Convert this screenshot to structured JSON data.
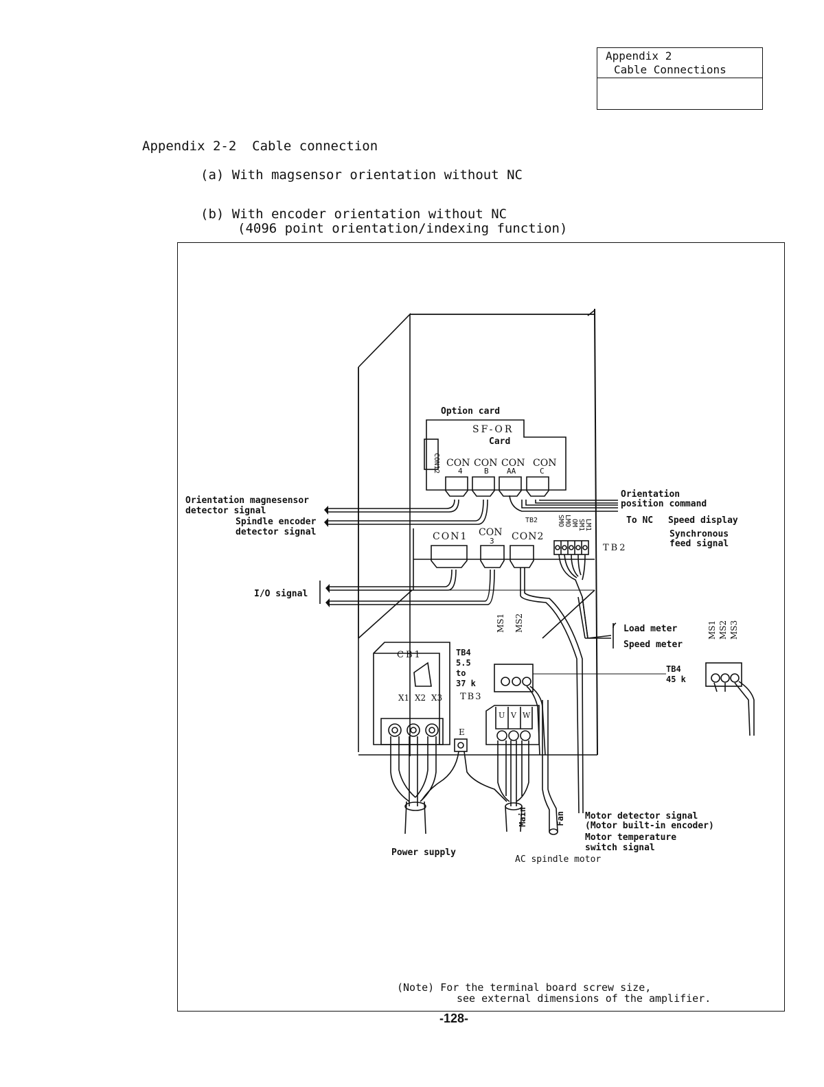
{
  "header": {
    "line1": "Appendix 2",
    "line2": "Cable Connections"
  },
  "section_title": "Appendix 2-2  Cable connection",
  "items": {
    "a": "(a) With magsensor orientation without NC",
    "b_line1": "(b) With encoder orientation without NC",
    "b_line2": "(4096 point orientation/indexing function)"
  },
  "diagram": {
    "option_card": "Option card",
    "card_name": "SF-OR",
    "card_word": "Card",
    "con12": "CON12",
    "con_labels": [
      "CON",
      "CON",
      "CON",
      "CON"
    ],
    "con_sub": [
      "4",
      "B",
      "AA",
      "C"
    ],
    "con1": "CON1",
    "con3_top": "CON",
    "con3_sub": "3",
    "con2": "CON2",
    "tb2_small": "TB2",
    "tb2": "TB2",
    "tb2_terminals": [
      "SMO",
      "LMO",
      "OM",
      "SM1",
      "LM1"
    ],
    "left_labels": {
      "orientation_mag_1": "Orientation magnesensor",
      "orientation_mag_2": "detector signal",
      "spindle_enc_1": "Spindle encoder",
      "spindle_enc_2": "detector signal",
      "io_signal": "I/O signal"
    },
    "right_labels": {
      "orientation_pos_1": "Orientation",
      "orientation_pos_2": "position command",
      "to_nc": "To NC",
      "speed_display": "Speed display",
      "sync_1": "Synchronous",
      "sync_2": "feed signal",
      "load_meter": "Load meter",
      "speed_meter": "Speed meter"
    },
    "cb1": "CB1",
    "x_terms": [
      "X1",
      "X2",
      "X3"
    ],
    "tb4_small": [
      "TB4",
      "5.5",
      "to",
      "37 k"
    ],
    "tb3": "TB3",
    "ms_terms": [
      "MS1",
      "MS2"
    ],
    "ms_terms_right": [
      "MS1",
      "MS2",
      "MS3"
    ],
    "tb4_45": [
      "TB4",
      "45 k"
    ],
    "uvw": [
      "U",
      "V",
      "W"
    ],
    "earth": "E",
    "main": "Main",
    "fan": "Fan",
    "power_supply": "Power supply",
    "ac_motor": "AC spindle motor",
    "motor_det_1": "Motor detector signal",
    "motor_det_2": "(Motor built-in encoder)",
    "motor_temp_1": "Motor temperature",
    "motor_temp_2": "switch signal"
  },
  "note": {
    "line1": "(Note) For the terminal board screw size,",
    "line2": "see external dimensions of the amplifier."
  },
  "page_number": "-128-"
}
